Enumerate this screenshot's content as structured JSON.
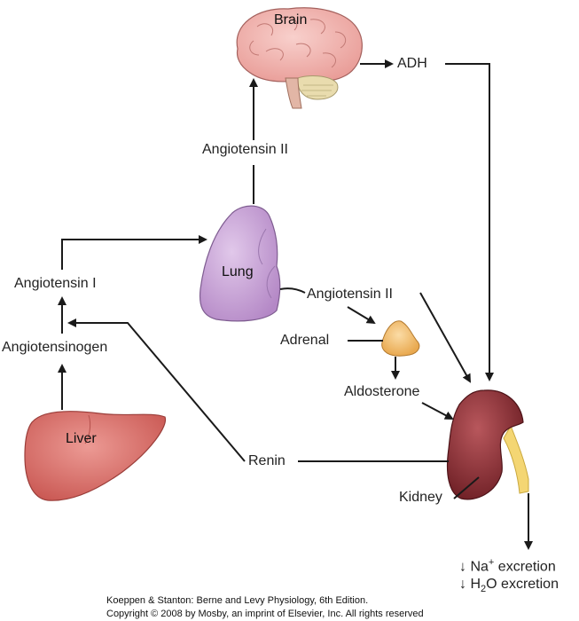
{
  "organs": {
    "brain": "Brain",
    "lung": "Lung",
    "liver": "Liver",
    "adrenal": "Adrenal",
    "kidney": "Kidney"
  },
  "labels": {
    "adh": "ADH",
    "angiotensin_ii_top": "Angiotensin II",
    "angiotensin_i": "Angiotensin I",
    "angiotensinogen": "Angiotensinogen",
    "angiotensin_ii_mid": "Angiotensin II",
    "aldosterone": "Aldosterone",
    "renin": "Renin"
  },
  "outcomes": {
    "na": {
      "arrow": "↓",
      "element": "Na",
      "superscript": "+",
      "text": "excretion"
    },
    "h2o": {
      "arrow": "↓",
      "prefix": "H",
      "subscript": "2",
      "suffix": "O",
      "text": "excretion"
    }
  },
  "credit": {
    "line1": "Koeppen & Stanton: Berne and Levy Physiology, 6th Edition.",
    "line2": "Copyright © 2008 by Mosby, an imprint of Elsevier, Inc. All rights reserved"
  },
  "colors": {
    "brain": "#f2b3ae",
    "lung": "#c9a6d6",
    "liver": "#d86a66",
    "kidney": "#8e2f34",
    "adrenal": "#f3c27a",
    "ureter": "#f4d673",
    "arrow": "#1a1a1a"
  }
}
